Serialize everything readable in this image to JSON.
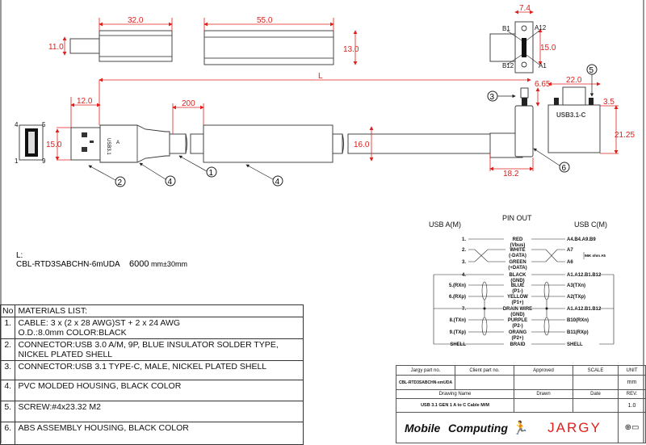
{
  "dimensions": {
    "plug_len": "32.0",
    "body_len": "55.0",
    "plug_h": "11.0",
    "body_h": "13.0",
    "c_width": "7.4",
    "c_pitch": "15.0",
    "a_head_len": "12.0",
    "a_head_h": "15.0",
    "break_len": "200",
    "body2_h": "16.0",
    "overall": "L",
    "screw_prot": "6.65",
    "c_body_w": "22.0",
    "screw_h": "3.5",
    "c_body_h": "21.25",
    "c_depth": "18.2"
  },
  "pin_labels": {
    "b1": "B1",
    "a12": "A12",
    "b12": "B12",
    "a1": "A1",
    "p4": "4",
    "p5": "5",
    "p1": "1",
    "p9": "9"
  },
  "markings": {
    "a_mark": "USB3.1",
    "a_sub": "A",
    "c_mark": "USB3.1-C"
  },
  "callouts": [
    "1",
    "2",
    "3",
    "4",
    "5",
    "6"
  ],
  "length_note": {
    "label": "L:",
    "part": "CBL-RTD3SABCHN-6mUDA",
    "value": "6000",
    "unit": "mm±30mm"
  },
  "materials": {
    "header_no": "No",
    "header_title": "MATERIALS LIST:",
    "items": [
      {
        "no": "1.",
        "line1": "CABLE: 3 x (2 x 28 AWG)ST + 2 x 24 AWG",
        "line2": "O.D.:8.0mm COLOR:BLACK"
      },
      {
        "no": "2.",
        "line1": "CONNECTOR:USB 3.0 A/M, 9P, BLUE INSULATOR SOLDER TYPE,",
        "line2": "NICKEL PLATED SHELL"
      },
      {
        "no": "3.",
        "line1": "CONNECTOR:USB 3.1 TYPE-C, MALE, NICKEL PLATED SHELL",
        "line2": ""
      },
      {
        "no": "4.",
        "line1": "PVC MOLDED HOUSING, BLACK COLOR",
        "line2": ""
      },
      {
        "no": "5.",
        "line1": "SCREW:#4x23.32 M2",
        "line2": ""
      },
      {
        "no": "6.",
        "line1": "ABS ASSEMBLY HOUSING, BLACK COLOR",
        "line2": ""
      }
    ]
  },
  "pinout": {
    "title": "PIN OUT",
    "left_header": "USB A(M)",
    "right_header": "USB C(M)",
    "rows": [
      {
        "left": "1.",
        "wire": "RED",
        "sub": "(Vbus)",
        "right": "A4.B4.A9.B9"
      },
      {
        "left": "2.",
        "wire": "WHITE",
        "sub": "(-DATA)",
        "right": "A7"
      },
      {
        "left": "3.",
        "wire": "GREEN",
        "sub": "(+DATA)",
        "right": "A6"
      },
      {
        "left": "4.",
        "wire": "BLACK",
        "sub": "(GND)",
        "right": "A1.A12.B1.B12"
      },
      {
        "left": "5.(RXn)",
        "wire": "BLUE",
        "sub": "(P1-)",
        "right": "A3(TXn)"
      },
      {
        "left": "6.(RXp)",
        "wire": "YELLOW",
        "sub": "(P1+)",
        "right": "A2(TXp)"
      },
      {
        "left": "7.",
        "wire": "DRAIN WIRE",
        "sub": "(GND)",
        "right": "A1.A12.B1.B12"
      },
      {
        "left": "8.(TXn)",
        "wire": "PURPLE",
        "sub": "(P2-)",
        "right": "B10(RXn)"
      },
      {
        "left": "9.(TXp)",
        "wire": "ORANG",
        "sub": "(P2+)",
        "right": "B11(RXp)"
      },
      {
        "left": "SHELL",
        "wire": "BRAID",
        "sub": "",
        "right": "SHELL"
      }
    ],
    "resistor_note": "56K ohm A5"
  },
  "title_block": {
    "h_part": "Jargy part no.",
    "h_client": "Client part no.",
    "h_approved": "Approved",
    "h_scale": "SCALE",
    "h_unit": "UNIT",
    "part": "CBL-RTD3SABCHN-xmUDA",
    "unit": "mm",
    "h_drawing": "Drawing Name",
    "h_drawn": "Drawn",
    "h_date": "Date",
    "h_rev": "REV.",
    "drawing": "USB 3.1 GEN 1 A to C Cable M/M",
    "rev": "1.0",
    "logo1": "Mobile",
    "logo2": "Computing",
    "logo3": "JARGY"
  },
  "colors": {
    "dimension": "#e0201c",
    "outline": "#333333",
    "logo_red": "#e0201c"
  }
}
